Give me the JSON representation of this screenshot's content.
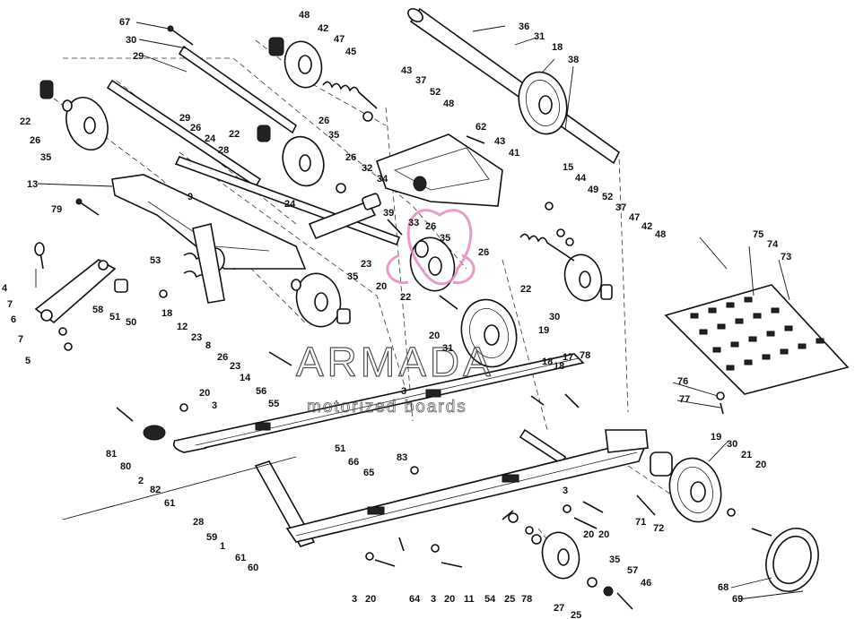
{
  "watermark": {
    "brand": "ARMADA",
    "tagline": "motorized boards",
    "logo_color": "#e58ac0"
  },
  "callouts": [
    {
      "id": "c1",
      "text": "67"
    },
    {
      "id": "c2",
      "text": "30"
    },
    {
      "id": "c3",
      "text": "29"
    },
    {
      "id": "c4",
      "text": "48"
    },
    {
      "id": "c5",
      "text": "42"
    },
    {
      "id": "c6",
      "text": "47"
    },
    {
      "id": "c7",
      "text": "45"
    },
    {
      "id": "c8",
      "text": "36"
    },
    {
      "id": "c9",
      "text": "31"
    },
    {
      "id": "c10",
      "text": "18"
    },
    {
      "id": "c11",
      "text": "38"
    },
    {
      "id": "c12",
      "text": "43"
    },
    {
      "id": "c13",
      "text": "37"
    },
    {
      "id": "c14",
      "text": "52"
    },
    {
      "id": "c15",
      "text": "48"
    },
    {
      "id": "c16",
      "text": "22"
    },
    {
      "id": "c17",
      "text": "26"
    },
    {
      "id": "c18",
      "text": "35"
    },
    {
      "id": "c19",
      "text": "29"
    },
    {
      "id": "c20",
      "text": "26"
    },
    {
      "id": "c21",
      "text": "24"
    },
    {
      "id": "c22",
      "text": "28"
    },
    {
      "id": "c23",
      "text": "26"
    },
    {
      "id": "c24",
      "text": "22"
    },
    {
      "id": "c25",
      "text": "35"
    },
    {
      "id": "c26",
      "text": "62"
    },
    {
      "id": "c27",
      "text": "43"
    },
    {
      "id": "c28",
      "text": "41"
    },
    {
      "id": "c29",
      "text": "26"
    },
    {
      "id": "c30",
      "text": "32"
    },
    {
      "id": "c31",
      "text": "34"
    },
    {
      "id": "c32",
      "text": "15"
    },
    {
      "id": "c33",
      "text": "44"
    },
    {
      "id": "c34",
      "text": "49"
    },
    {
      "id": "c35",
      "text": "52"
    },
    {
      "id": "c36",
      "text": "13"
    },
    {
      "id": "c37",
      "text": "9"
    },
    {
      "id": "c38",
      "text": "24"
    },
    {
      "id": "c39",
      "text": "79"
    },
    {
      "id": "c40",
      "text": "39"
    },
    {
      "id": "c41",
      "text": "33"
    },
    {
      "id": "c42",
      "text": "26"
    },
    {
      "id": "c43",
      "text": "35"
    },
    {
      "id": "c44",
      "text": "37"
    },
    {
      "id": "c45",
      "text": "47"
    },
    {
      "id": "c46",
      "text": "42"
    },
    {
      "id": "c47",
      "text": "48"
    },
    {
      "id": "c48",
      "text": "75"
    },
    {
      "id": "c49",
      "text": "74"
    },
    {
      "id": "c50",
      "text": "73"
    },
    {
      "id": "c51",
      "text": "53"
    },
    {
      "id": "c52",
      "text": "23"
    },
    {
      "id": "c53",
      "text": "26"
    },
    {
      "id": "c54",
      "text": "35"
    },
    {
      "id": "c55",
      "text": "20"
    },
    {
      "id": "c56",
      "text": "22"
    },
    {
      "id": "c57",
      "text": "22"
    },
    {
      "id": "c58",
      "text": "4"
    },
    {
      "id": "c59",
      "text": "7"
    },
    {
      "id": "c60",
      "text": "58"
    },
    {
      "id": "c61",
      "text": "51"
    },
    {
      "id": "c62",
      "text": "50"
    },
    {
      "id": "c63",
      "text": "18"
    },
    {
      "id": "c64",
      "text": "12"
    },
    {
      "id": "c65",
      "text": "6"
    },
    {
      "id": "c66",
      "text": "7"
    },
    {
      "id": "c67",
      "text": "23"
    },
    {
      "id": "c68",
      "text": "8"
    },
    {
      "id": "c69",
      "text": "5"
    },
    {
      "id": "c70",
      "text": "26"
    },
    {
      "id": "c71",
      "text": "23"
    },
    {
      "id": "c72",
      "text": "20"
    },
    {
      "id": "c73",
      "text": "30"
    },
    {
      "id": "c74",
      "text": "19"
    },
    {
      "id": "c75",
      "text": "31"
    },
    {
      "id": "c76",
      "text": "18"
    },
    {
      "id": "c77",
      "text": "18"
    },
    {
      "id": "c78",
      "text": "17"
    },
    {
      "id": "c79",
      "text": "78"
    },
    {
      "id": "c80",
      "text": "14"
    },
    {
      "id": "c81",
      "text": "56"
    },
    {
      "id": "c82",
      "text": "55"
    },
    {
      "id": "c83",
      "text": "76"
    },
    {
      "id": "c84",
      "text": "77"
    },
    {
      "id": "c85",
      "text": "20"
    },
    {
      "id": "c86",
      "text": "3"
    },
    {
      "id": "c87",
      "text": "81"
    },
    {
      "id": "c88",
      "text": "80"
    },
    {
      "id": "c89",
      "text": "2"
    },
    {
      "id": "c90",
      "text": "82"
    },
    {
      "id": "c91",
      "text": "61"
    },
    {
      "id": "c92",
      "text": "51"
    },
    {
      "id": "c93",
      "text": "83"
    },
    {
      "id": "c94",
      "text": "66"
    },
    {
      "id": "c95",
      "text": "65"
    },
    {
      "id": "c96",
      "text": "19"
    },
    {
      "id": "c97",
      "text": "30"
    },
    {
      "id": "c98",
      "text": "21"
    },
    {
      "id": "c99",
      "text": "20"
    },
    {
      "id": "c100",
      "text": "28"
    },
    {
      "id": "c101",
      "text": "59"
    },
    {
      "id": "c102",
      "text": "1"
    },
    {
      "id": "c103",
      "text": "61"
    },
    {
      "id": "c104",
      "text": "60"
    },
    {
      "id": "c105",
      "text": "3"
    },
    {
      "id": "c106",
      "text": "20"
    },
    {
      "id": "c107",
      "text": "71"
    },
    {
      "id": "c108",
      "text": "72"
    },
    {
      "id": "c109",
      "text": "20"
    },
    {
      "id": "c110",
      "text": "35"
    },
    {
      "id": "c111",
      "text": "57"
    },
    {
      "id": "c112",
      "text": "46"
    },
    {
      "id": "c113",
      "text": "68"
    },
    {
      "id": "c114",
      "text": "69"
    },
    {
      "id": "c115",
      "text": "3"
    },
    {
      "id": "c116",
      "text": "20"
    },
    {
      "id": "c117",
      "text": "64"
    },
    {
      "id": "c118",
      "text": "3"
    },
    {
      "id": "c119",
      "text": "20"
    },
    {
      "id": "c120",
      "text": "11"
    },
    {
      "id": "c121",
      "text": "54"
    },
    {
      "id": "c122",
      "text": "25"
    },
    {
      "id": "c123",
      "text": "78"
    },
    {
      "id": "c124",
      "text": "27"
    },
    {
      "id": "c125",
      "text": "25"
    },
    {
      "id": "c126",
      "text": "3"
    }
  ]
}
